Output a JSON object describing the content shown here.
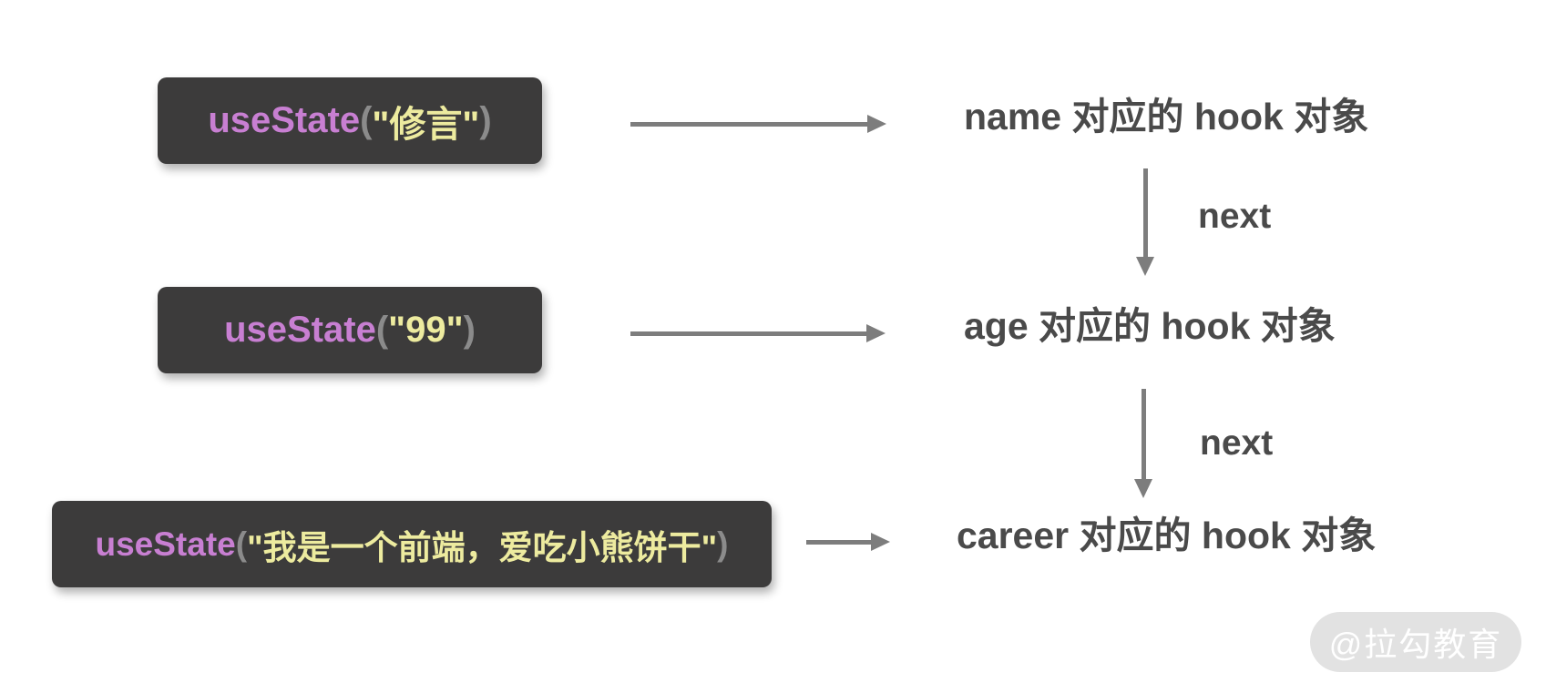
{
  "diagram": {
    "rows": [
      {
        "code": {
          "fn": "useState",
          "open": "(",
          "arg": "\"修言\"",
          "close": ")"
        },
        "label": "name 对应的 hook 对象"
      },
      {
        "code": {
          "fn": "useState",
          "open": "(",
          "arg": "\"99\"",
          "close": ")"
        },
        "label": "age 对应的 hook 对象"
      },
      {
        "code": {
          "fn": "useState",
          "open": "(",
          "arg": "\"我是一个前端，爱吃小熊饼干\"",
          "close": ")"
        },
        "label": "career 对应的 hook 对象"
      }
    ],
    "next_label": "next",
    "watermark": "@拉勾教育",
    "colors": {
      "box_bg": "#3c3b3b",
      "function_name": "#c87fd2",
      "paren": "#8b8b8b",
      "string_arg": "#edeb9f",
      "label_text": "#4a4a4a",
      "arrow": "#7d7d7d",
      "watermark_bg": "#e2e2e2",
      "watermark_text": "#ffffff"
    }
  }
}
